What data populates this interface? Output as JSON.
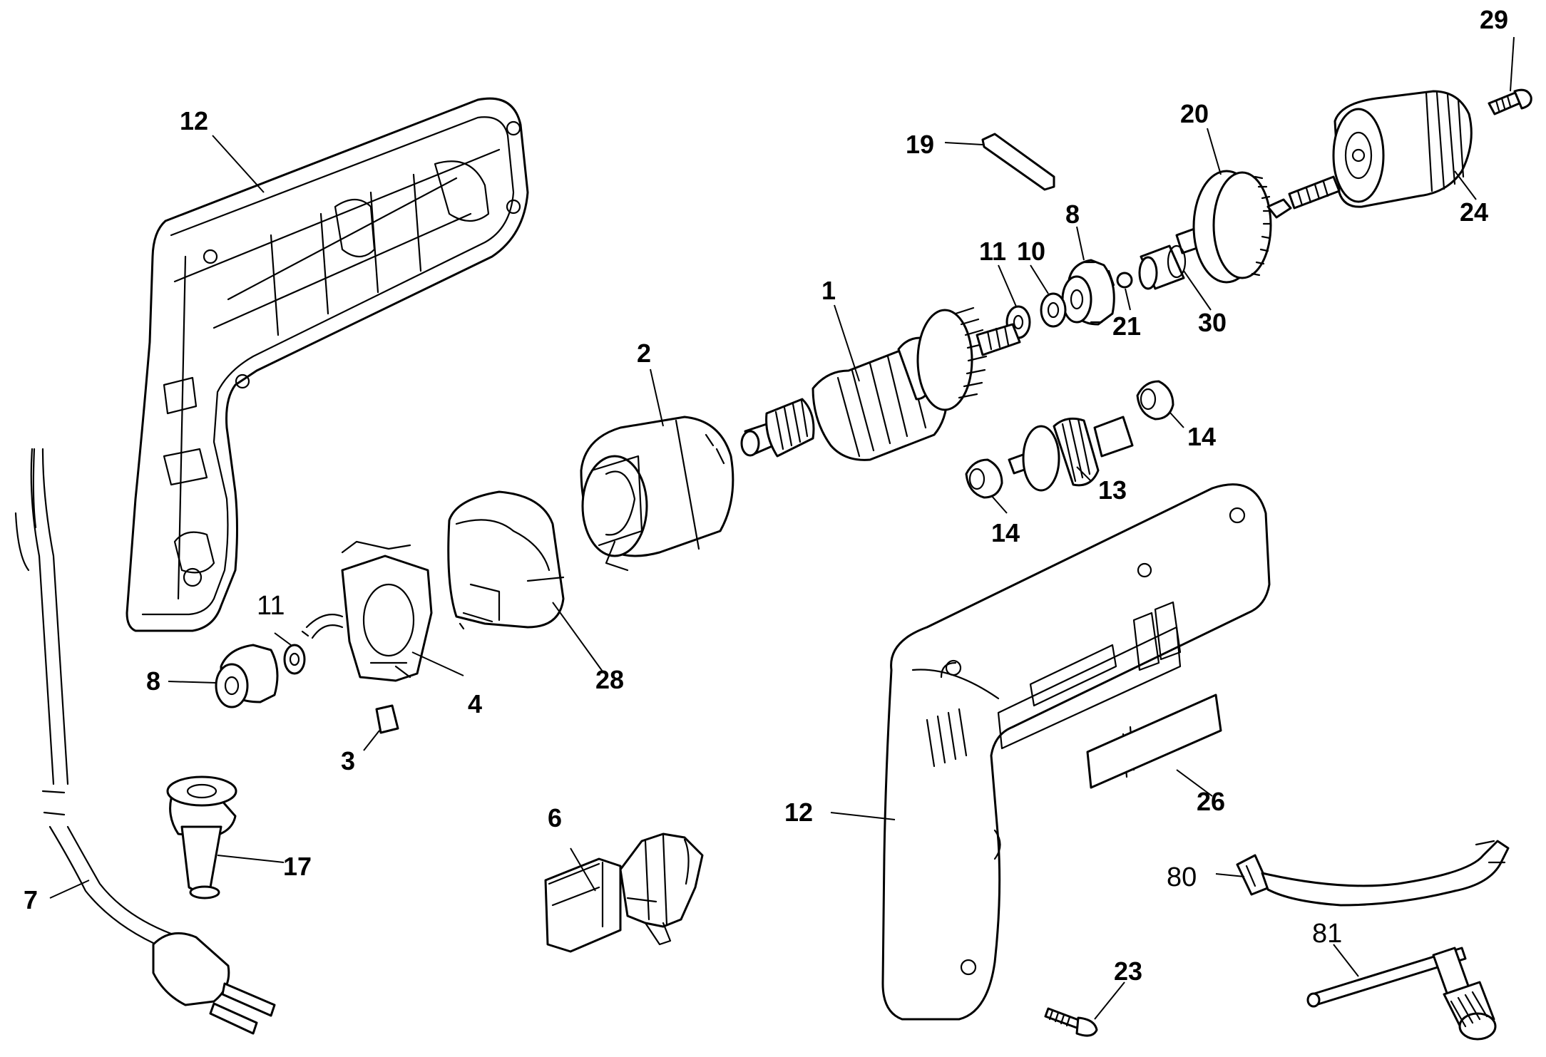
{
  "callouts": {
    "c29": "29",
    "c12_top": "12",
    "c19": "19",
    "c20": "20",
    "c24": "24",
    "c8_top": "8",
    "c11_top": "11",
    "c10": "10",
    "c1": "1",
    "c21": "21",
    "c30": "30",
    "c2": "2",
    "c14_right": "14",
    "c13": "13",
    "c14_bottom": "14",
    "c11_left": "11",
    "c8_left": "8",
    "c4": "4",
    "c28": "28",
    "c3": "3",
    "c12_right": "12",
    "c26": "26",
    "c6": "6",
    "c17": "17",
    "c7": "7",
    "c80": "80",
    "c81": "81",
    "c23": "23"
  }
}
